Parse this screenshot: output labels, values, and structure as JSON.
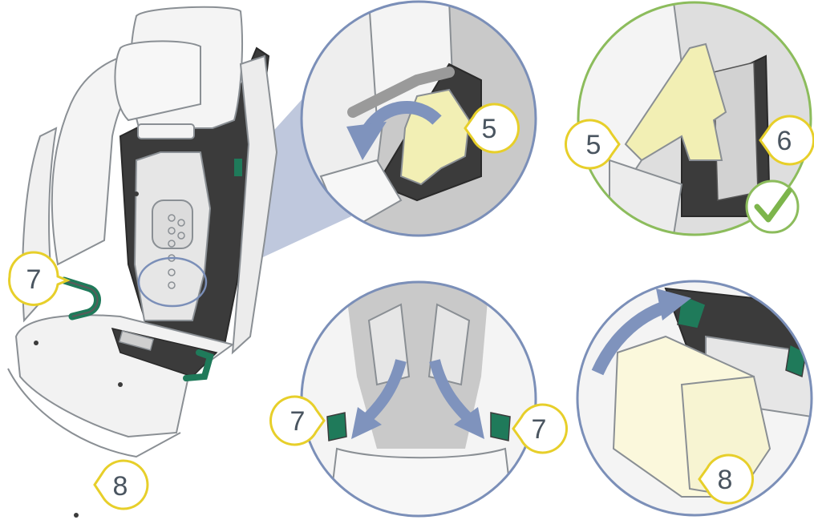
{
  "colors": {
    "outline": "#8a8f94",
    "seat_fill": "#f4f4f4",
    "dark": "#3b3b3b",
    "grey": "#c9c9c9",
    "callout_yellow": "#e7cf2a",
    "clip_yellow": "#f2efb4",
    "arrow_blue": "#7f93bd",
    "circle_blue": "#7b8fb8",
    "circle_green": "#8cbc5c",
    "green_part": "#1f7a5a",
    "check_green": "#7db54c",
    "cover_yellow": "#fbf8dc"
  },
  "callouts": {
    "label_7_left": "7",
    "label_8_main": "8",
    "label_5_detail": "5",
    "label_5_check": "5",
    "label_6_check": "6",
    "label_7_belt_left": "7",
    "label_7_belt_right": "7",
    "label_8_cover": "8"
  },
  "icons": {
    "check": "check-icon",
    "rotate_arrow": "curved-arrow-icon",
    "down_arrows": "down-arrow-icon",
    "lift_arrow": "curved-arrow-icon"
  }
}
